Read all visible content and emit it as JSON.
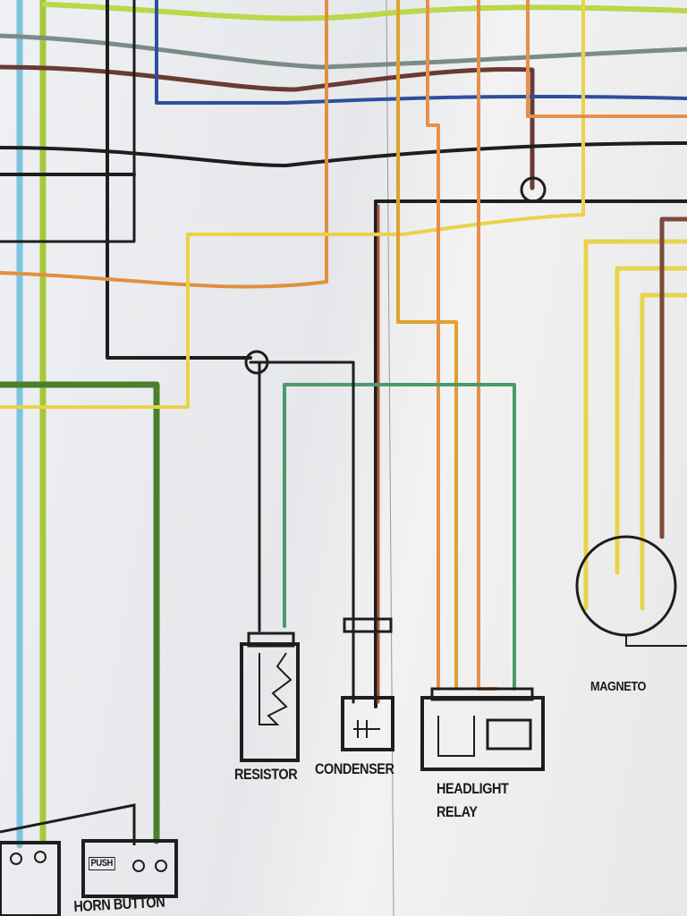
{
  "components": {
    "resistor": "RESISTOR",
    "condenser": "CONDENSER",
    "headlight_relay_line1": "HEADLIGHT",
    "headlight_relay_line2": "RELAY",
    "magneto": "MAGNETO",
    "horn_button": "HORN BUTTON",
    "push": "PUSH"
  },
  "wire_colors": {
    "light_blue": "#7fc3e0",
    "yellow_green": "#a6c93a",
    "dark_green": "#4a7f2c",
    "black": "#1e1e1e",
    "blue": "#2c4f9e",
    "gray": "#7b8c88",
    "brown": "#7a4a3a",
    "orange": "#e6904a",
    "yellow": "#e8d34a",
    "green_blue": "#4b9a6a"
  }
}
